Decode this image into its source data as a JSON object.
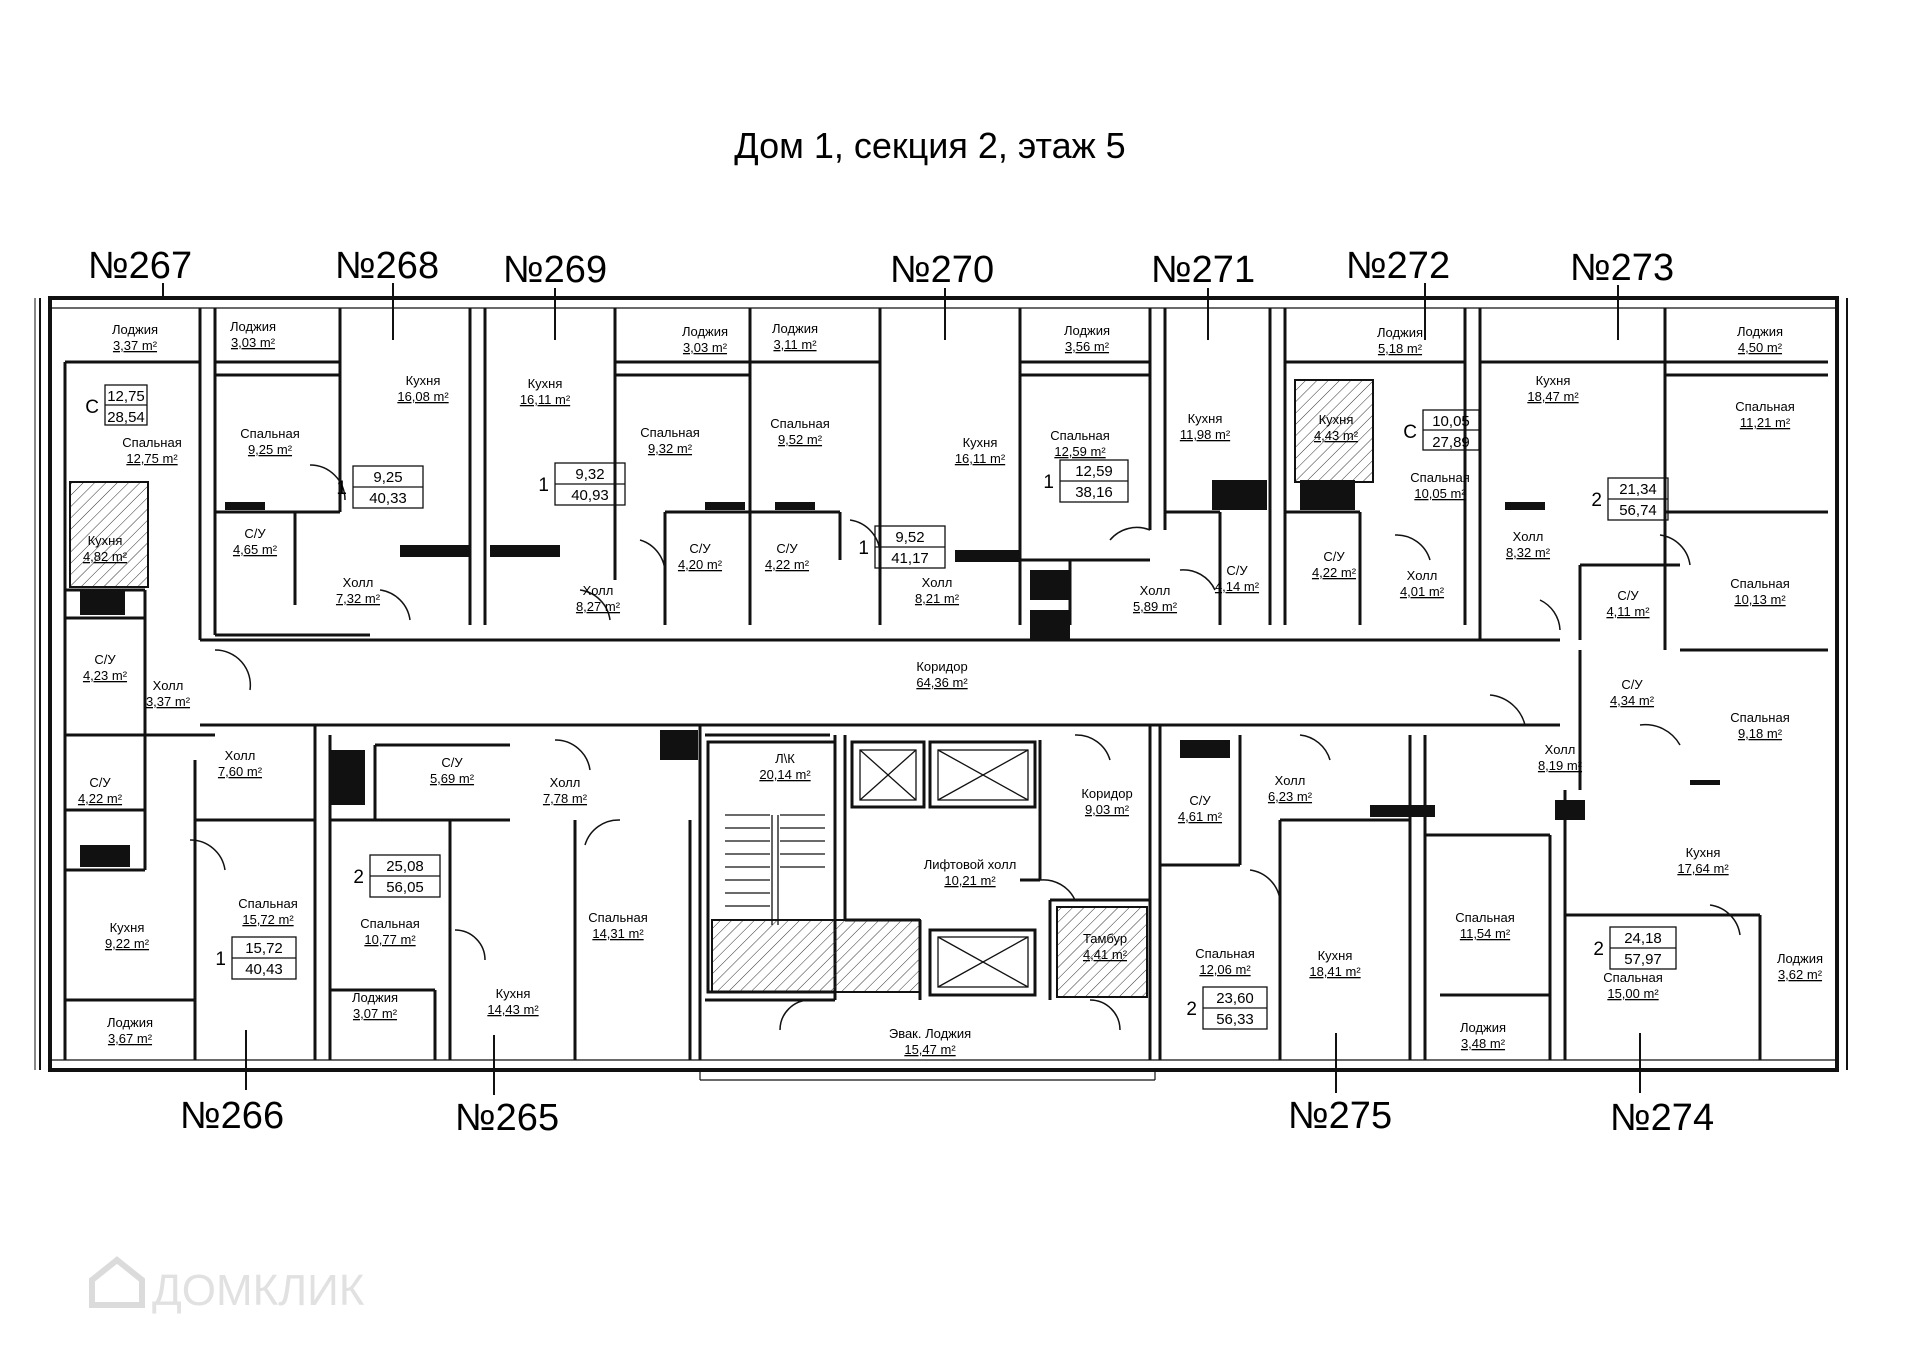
{
  "title": "Дом 1, секция 2, этаж 5",
  "watermark": "ДОМКЛИК",
  "area_unit": "m²",
  "apartments": {
    "a267": "№267",
    "a268": "№268",
    "a269": "№269",
    "a270": "№270",
    "a271": "№271",
    "a272": "№272",
    "a273": "№273",
    "a266": "№266",
    "a265": "№265",
    "a275": "№275",
    "a274": "№274"
  },
  "summaries": [
    {
      "kind": "С",
      "living": "12,75",
      "total": "28,54"
    },
    {
      "kind": "1",
      "living": "9,25",
      "total": "40,33"
    },
    {
      "kind": "1",
      "living": "9,32",
      "total": "40,93"
    },
    {
      "kind": "1",
      "living": "9,52",
      "total": "41,17"
    },
    {
      "kind": "1",
      "living": "12,59",
      "total": "38,16"
    },
    {
      "kind": "С",
      "living": "10,05",
      "total": "27,89"
    },
    {
      "kind": "2",
      "living": "21,34",
      "total": "56,74"
    },
    {
      "kind": "1",
      "living": "15,72",
      "total": "40,43"
    },
    {
      "kind": "2",
      "living": "25,08",
      "total": "56,05"
    },
    {
      "kind": "2",
      "living": "23,60",
      "total": "56,33"
    },
    {
      "kind": "2",
      "living": "24,18",
      "total": "57,97"
    }
  ],
  "rooms": [
    {
      "name": "Лоджия",
      "area": "3,37"
    },
    {
      "name": "Спальная",
      "area": "12,75"
    },
    {
      "name": "Кухня",
      "area": "4,82"
    },
    {
      "name": "С/У",
      "area": "4,23"
    },
    {
      "name": "Холл",
      "area": "3,37"
    },
    {
      "name": "Лоджия",
      "area": "3,03"
    },
    {
      "name": "Спальная",
      "area": "9,25"
    },
    {
      "name": "Кухня",
      "area": "16,08"
    },
    {
      "name": "С/У",
      "area": "4,65"
    },
    {
      "name": "Холл",
      "area": "7,32"
    },
    {
      "name": "Кухня",
      "area": "16,11"
    },
    {
      "name": "Холл",
      "area": "8,27"
    },
    {
      "name": "Лоджия",
      "area": "3,03"
    },
    {
      "name": "Спальная",
      "area": "9,32"
    },
    {
      "name": "С/У",
      "area": "4,20"
    },
    {
      "name": "Лоджия",
      "area": "3,11"
    },
    {
      "name": "Спальная",
      "area": "9,52"
    },
    {
      "name": "С/У",
      "area": "4,22"
    },
    {
      "name": "Кухня",
      "area": "16,11"
    },
    {
      "name": "Холл",
      "area": "8,21"
    },
    {
      "name": "Лоджия",
      "area": "3,56"
    },
    {
      "name": "Спальная",
      "area": "12,59"
    },
    {
      "name": "Кухня",
      "area": "11,98"
    },
    {
      "name": "Холл",
      "area": "5,89"
    },
    {
      "name": "С/У",
      "area": "4,14"
    },
    {
      "name": "Лоджия",
      "area": "5,18"
    },
    {
      "name": "Кухня",
      "area": "4,43"
    },
    {
      "name": "Спальная",
      "area": "10,05"
    },
    {
      "name": "С/У",
      "area": "4,22"
    },
    {
      "name": "Холл",
      "area": "4,01"
    },
    {
      "name": "Кухня",
      "area": "18,47"
    },
    {
      "name": "Лоджия",
      "area": "4,50"
    },
    {
      "name": "Спальная",
      "area": "11,21"
    },
    {
      "name": "Холл",
      "area": "8,32"
    },
    {
      "name": "С/У",
      "area": "4,11"
    },
    {
      "name": "Спальная",
      "area": "10,13"
    },
    {
      "name": "Коридор",
      "area": "64,36"
    },
    {
      "name": "С/У",
      "area": "4,22"
    },
    {
      "name": "Холл",
      "area": "7,60"
    },
    {
      "name": "Кухня",
      "area": "9,22"
    },
    {
      "name": "Спальная",
      "area": "15,72"
    },
    {
      "name": "Лоджия",
      "area": "3,67"
    },
    {
      "name": "С/У",
      "area": "5,69"
    },
    {
      "name": "Холл",
      "area": "7,78"
    },
    {
      "name": "Спальная",
      "area": "10,77"
    },
    {
      "name": "Кухня",
      "area": "14,43"
    },
    {
      "name": "Лоджия",
      "area": "3,07"
    },
    {
      "name": "Спальная",
      "area": "14,31"
    },
    {
      "name": "Л\\К",
      "area": "20,14"
    },
    {
      "name": "Лифтовой холл",
      "area": "10,21"
    },
    {
      "name": "Коридор",
      "area": "9,03"
    },
    {
      "name": "Тамбур",
      "area": "4,41"
    },
    {
      "name": "Эвак. Лоджия",
      "area": "15,47"
    },
    {
      "name": "С/У",
      "area": "4,61"
    },
    {
      "name": "Холл",
      "area": "6,23"
    },
    {
      "name": "Спальная",
      "area": "12,06"
    },
    {
      "name": "Кухня",
      "area": "18,41"
    },
    {
      "name": "Спальная",
      "area": "11,54"
    },
    {
      "name": "Лоджия",
      "area": "3,48"
    },
    {
      "name": "С/У",
      "area": "4,34"
    },
    {
      "name": "Спальная",
      "area": "9,18"
    },
    {
      "name": "Холл",
      "area": "8,19"
    },
    {
      "name": "Кухня",
      "area": "17,64"
    },
    {
      "name": "Спальная",
      "area": "15,00"
    },
    {
      "name": "Лоджия",
      "area": "3,62"
    }
  ]
}
